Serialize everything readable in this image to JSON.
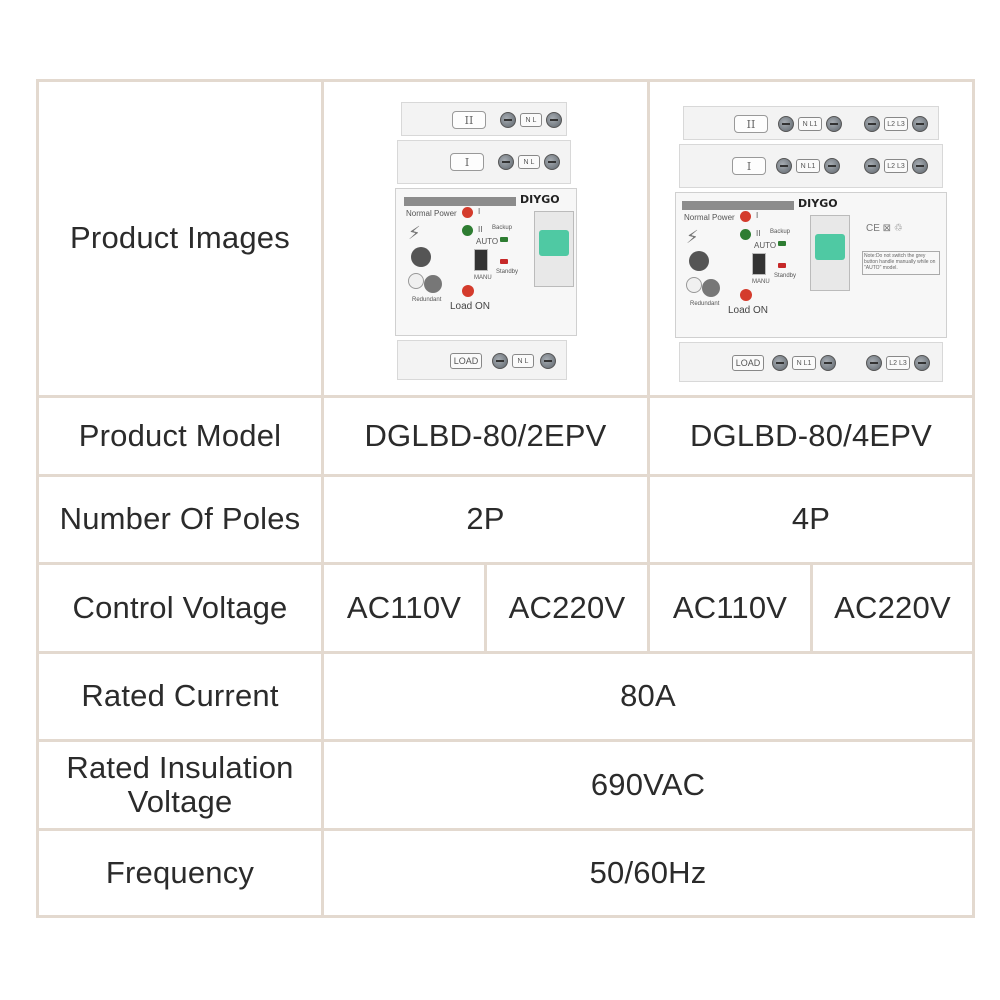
{
  "table": {
    "rows": [
      {
        "label": "Product Images"
      },
      {
        "label": "Product Model",
        "values": [
          "DGLBD-80/2EPV",
          "DGLBD-80/4EPV"
        ]
      },
      {
        "label": "Number Of Poles",
        "values": [
          "2P",
          "4P"
        ]
      },
      {
        "label": "Control Voltage",
        "values": [
          "AC110V",
          "AC220V",
          "AC110V",
          "AC220V"
        ]
      },
      {
        "label": "Rated Current",
        "value": "80A"
      },
      {
        "label_lines": [
          "Rated Insulation",
          "Voltage"
        ],
        "value": "690VAC"
      },
      {
        "label": "Frequency",
        "value": "50/60Hz"
      }
    ]
  },
  "breaker_2p": {
    "brand": "DIYGO",
    "roman_top": "II",
    "roman_mid": "I",
    "terminal_top": "N L",
    "terminal_mid": "N L",
    "terminal_bottom": "N L",
    "load_tag": "LOAD",
    "load_on": "Load ON",
    "label_normal": "Normal Power",
    "label_auto": "AUTO",
    "label_manual": "MANU",
    "label_backup": "Backup",
    "label_standby": "Standby",
    "label_redundant": "Redundant",
    "label_one": "I",
    "label_two": "II"
  },
  "breaker_4p": {
    "brand": "DIYGO",
    "roman_top": "II",
    "roman_mid": "I",
    "terminal_top_a": "N L1",
    "terminal_top_b": "L2 L3",
    "terminal_mid_a": "N L1",
    "terminal_mid_b": "L2 L3",
    "terminal_bottom_a": "N L1",
    "terminal_bottom_b": "L2 L3",
    "load_tag": "LOAD",
    "load_on": "Load ON",
    "label_normal": "Normal Power",
    "label_auto": "AUTO",
    "label_manual": "MANU",
    "label_backup": "Backup",
    "label_standby": "Standby",
    "label_redundant": "Redundant",
    "label_one": "I",
    "label_two": "II",
    "cert_marks": "CE ⊠ ♲",
    "note": "Note:Do not switch the grey button handle manually while on \"AUTO\" model."
  },
  "colors": {
    "border": "#e3d9cf",
    "text": "#2b2b2b",
    "lever": "#4fc9a3"
  }
}
